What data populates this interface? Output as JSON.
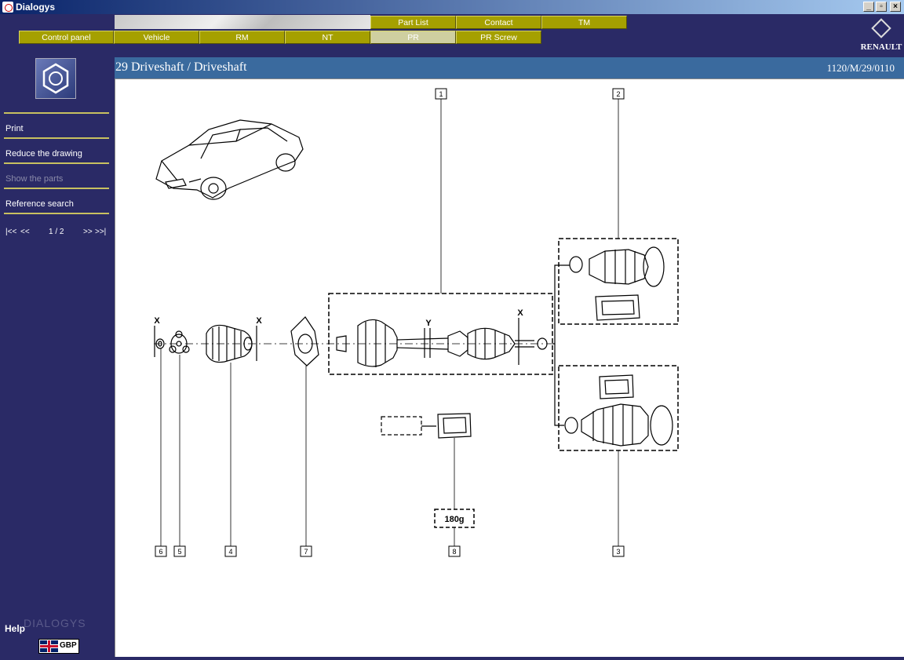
{
  "window": {
    "title": "Dialogys"
  },
  "nav": {
    "row1": [
      {
        "label": "Part List"
      },
      {
        "label": "Contact"
      },
      {
        "label": "TM"
      }
    ],
    "row2": [
      {
        "label": "Control panel"
      },
      {
        "label": "Vehicle"
      },
      {
        "label": "RM"
      },
      {
        "label": "NT"
      },
      {
        "label": "PR"
      },
      {
        "label": "PR Screw"
      }
    ]
  },
  "brand": {
    "name": "RENAULT"
  },
  "sidebar": {
    "menu": [
      {
        "label": "Print"
      },
      {
        "label": "Reduce the drawing"
      },
      {
        "label": "Show the parts"
      },
      {
        "label": "Reference search"
      }
    ],
    "pager": {
      "first": "|<<",
      "prev": "<<",
      "page": "1 / 2",
      "next": ">>",
      "last": ">>|"
    },
    "help": "Help",
    "wordmark": "DIALOGYS",
    "currency": "GBP"
  },
  "header": {
    "title": "29 Driveshaft / Driveshaft",
    "reference": "1120/M/29/0110"
  },
  "diagram": {
    "callouts": [
      "1",
      "2",
      "3",
      "4",
      "5",
      "6",
      "7",
      "8"
    ],
    "grease_label": "180g",
    "section_marks": {
      "x": "X",
      "y": "Y"
    }
  }
}
